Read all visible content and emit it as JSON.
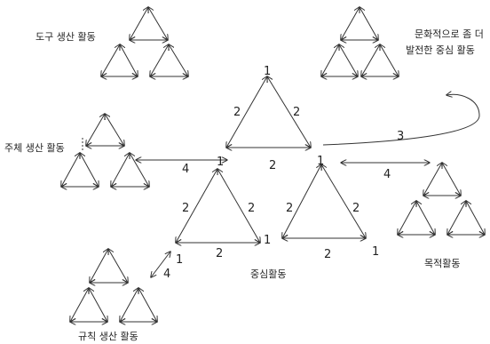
{
  "labels": {
    "tool": "도구 생산 활동",
    "culture_line1": "문화적으로 좀 더",
    "culture_line2": "발전한 중심 활동",
    "subject": "주체 생산 활동",
    "rule": "규칙 생산 활동",
    "center": "중심활동",
    "object": "목적활동"
  },
  "weights": {
    "one": "1",
    "two": "2",
    "three": "3",
    "four": "4"
  }
}
